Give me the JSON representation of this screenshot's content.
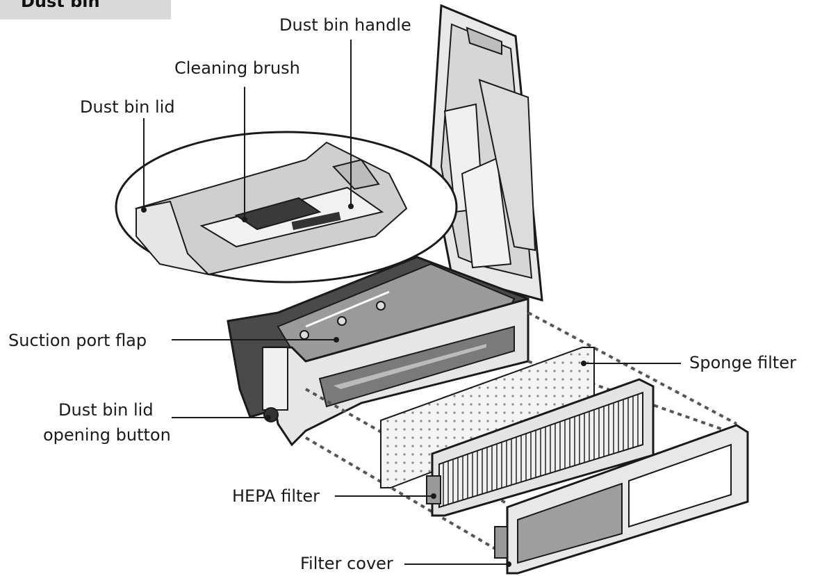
{
  "header": {
    "title": "Dust bin",
    "color": "#d9d9d9"
  },
  "labels": {
    "handle": "Dust bin handle",
    "brush": "Cleaning brush",
    "lid": "Dust bin lid",
    "suction": "Suction port flap",
    "sponge": "Sponge filter",
    "opening1": "Dust bin lid",
    "opening2": "opening button",
    "hepa": "HEPA filter",
    "cover": "Filter cover"
  },
  "colors": {
    "line": "#1a1a1a",
    "body": "#e6e6e6",
    "dark": "#555555",
    "dots": "#8a8a8a"
  }
}
